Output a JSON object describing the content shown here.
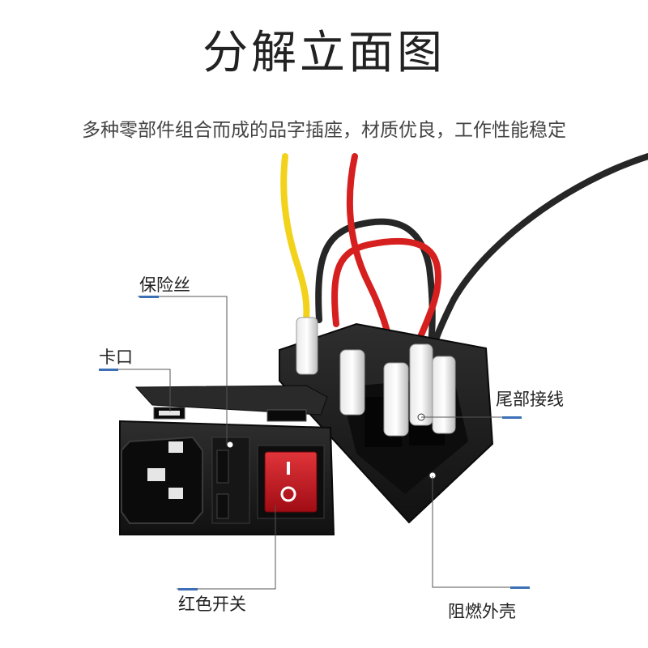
{
  "title": "分解立面图",
  "subtitle": "多种零部件组合而成的品字插座，材质优良，工作性能稳定",
  "callouts": {
    "fuse": "保险丝",
    "clip": "卡口",
    "tail_wiring": "尾部接线",
    "red_switch": "红色开关",
    "flame_retardant_shell": "阻燃外壳"
  },
  "switch_marks": {
    "on": "I",
    "off": "O"
  },
  "colors": {
    "accent": "#3c6fb6",
    "housing": "#1b1b1b",
    "switch_red": "#c4131b",
    "wire_yellow": "#f2d21a",
    "wire_red": "#d61f1f",
    "wire_black": "#262626"
  },
  "icons": {
    "fuse": "fuse-holder-icon",
    "socket": "iec-c14-socket-icon",
    "switch": "rocker-switch-icon"
  }
}
